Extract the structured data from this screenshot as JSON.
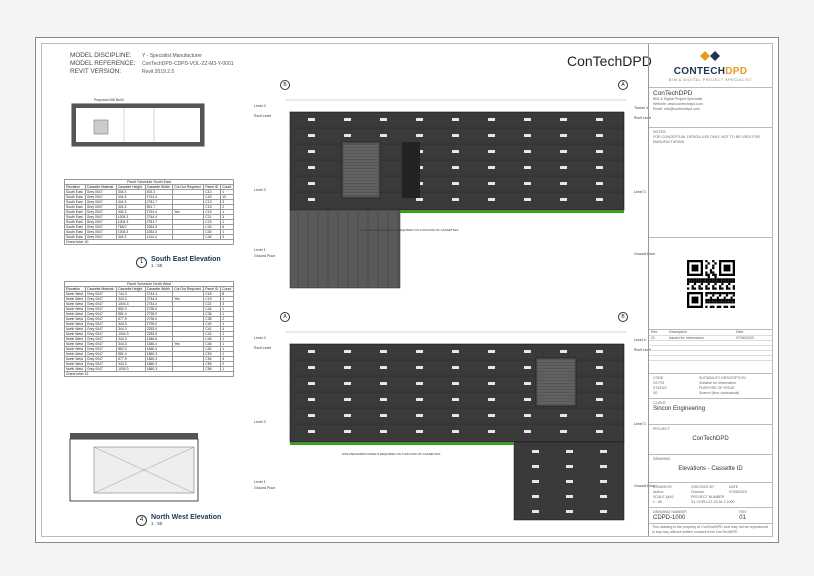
{
  "header": {
    "model_discipline_label": "MODEL DISCIPLINE:",
    "model_discipline": "Y - Specialist Manufacturer",
    "model_reference_label": "MODEL REFERENCE:",
    "model_reference": "ConTechDPD-CDPD-VOL-ZZ-M3-Y-0001",
    "revit_version_label": "REVIT VERSION:",
    "revit_version": "Revit 2019.2.5"
  },
  "brand_title": "ConTechDPD",
  "title_block": {
    "logo_a": "CONTECH",
    "logo_b": "DPD",
    "logo_sub": "BIM & DIGITAL PROJECT SPECIALIST",
    "company": "ConTechDPD",
    "company_sub": "BIM & Digital Project Specialist",
    "website": "Website: www.contechdpd.com",
    "email": "Email: info@contechdpd.com",
    "notes_label": "NOTES:",
    "notes": "FOR CONCEPTUAL DESIGN USE ONLY. NOT TO BE USED FOR MANUFACTURING",
    "revisions_headers": [
      "Rev",
      "Description",
      "Date"
    ],
    "revisions": [
      [
        "01",
        "Issued for Information",
        "07/06/2023"
      ]
    ],
    "code_label": "CODE",
    "code": "S3 P01",
    "suitability_label": "SUITABILITY DESCRIPTION",
    "suitability": "Suitable for Information",
    "status_label": "STATUS",
    "status": "S0",
    "purpose_label": "PURPOSE OF ISSUE",
    "purpose": "Shared (Non-contractual)",
    "client_label": "CLIENT",
    "client": "Sincon Engineering",
    "project_label": "PROJECT",
    "project": "ConTechDPD",
    "drawing_label": "DRAWING",
    "drawing_title": "Elevations - Cassette ID",
    "drawn_by_label": "DRAWN BY",
    "drawn_by": "Author",
    "checked_by_label": "CHECKED BY",
    "checked_by": "Checker",
    "date_label": "DATE",
    "date": "07/06/2023",
    "scale_label": "SCALE @A1",
    "scale": "1 : 50",
    "project_no_label": "PROJECT NUMBER",
    "project_no": "S1-CDPD-ZZ-ZZ-M-Y-1000",
    "drawing_no_label": "DRAWING NUMBER",
    "drawing_no": "CDPD-1000",
    "rev_label": "REV",
    "rev": "01",
    "footer": "This drawing is the property of ConTechDPD and may not be reproduced in any way without written consent from ConTechDPD"
  },
  "view_south_east": {
    "number": "1",
    "title": "South East Elevation",
    "scale": "1 : 65",
    "grid_left": "B",
    "grid_right": "A",
    "note": "SITE MEASURED PANELS REQUIRED ON THIS ROW OF CASSETTES",
    "levels_left": [
      "Level 4",
      "Roof Level",
      "Level 3",
      "Level 1",
      "Ground Floor"
    ],
    "levels_right": [
      "Tunnel 4",
      "Roof Level",
      "Level 3",
      "Ground Floor"
    ]
  },
  "view_north_west": {
    "number": "4",
    "title": "North West Elevation",
    "scale": "1 : 50",
    "grid_left": "A",
    "grid_right": "B",
    "note": "SITE MEASURED PANELS REQUIRED ON THIS ROW OF CASSETTES",
    "levels_left": [
      "Level 4",
      "Roof Level",
      "Level 3",
      "Level 1",
      "Ground Floor"
    ],
    "levels_right": [
      "Level 4",
      "Roof Level",
      "Level 3",
      "Ground Floor"
    ]
  },
  "schedule_south_east": {
    "title": "Panel Schedule South East",
    "headers": [
      "Elevation",
      "Cassette Material",
      "Cassette Height",
      "Cassette Width",
      "Cut Out Required",
      "Panel ID",
      "Count"
    ],
    "rows": [
      [
        "South East",
        "Grey 0047",
        "344.3",
        "402.3",
        "",
        "C10",
        "1"
      ],
      [
        "South East",
        "Grey 0047",
        "344.3",
        "2744.4",
        "",
        "C20",
        "10"
      ],
      [
        "South East",
        "Grey 0047",
        "344.3",
        "2781.7",
        "",
        "C13",
        "3"
      ],
      [
        "South East",
        "Grey 0047",
        "344.3",
        "551.7",
        "",
        "C15",
        "2"
      ],
      [
        "South East",
        "Grey 0047",
        "344.3",
        "2744.4",
        "Yes",
        "C19",
        "1"
      ],
      [
        "South East",
        "Grey 0047",
        "1004.3",
        "2744.4",
        "",
        "C21",
        "3"
      ],
      [
        "South East",
        "Grey 0047",
        "1004.3",
        "2781.7",
        "",
        "C23",
        "1"
      ],
      [
        "South East",
        "Grey 0047",
        "768.0",
        "2254.3",
        "",
        "C26",
        "6"
      ],
      [
        "South East",
        "Grey 0047",
        "1004.3",
        "2254.3",
        "",
        "C30",
        "1"
      ],
      [
        "South East",
        "Grey 0047",
        "344.3",
        "1144.4",
        "",
        "C34",
        "3"
      ]
    ],
    "total": "Grand total: 40"
  },
  "schedule_north_west": {
    "title": "Panel Schedule North West",
    "headers": [
      "Elevation",
      "Cassette Material",
      "Cassette Height",
      "Cassette Width",
      "Cut Out Required",
      "Panel ID",
      "Count"
    ],
    "rows": [
      [
        "North West",
        "Grey 0047",
        "744.3",
        "2744.4",
        "",
        "C18",
        "8"
      ],
      [
        "North West",
        "Grey 0047",
        "344.3",
        "2744.4",
        "Yes",
        "C19",
        "1"
      ],
      [
        "North West",
        "Grey 0047",
        "1004.3",
        "2744.4",
        "",
        "C21",
        "3"
      ],
      [
        "North West",
        "Grey 0047",
        "552.0",
        "2735.0",
        "",
        "C34",
        "1"
      ],
      [
        "North West",
        "Grey 0047",
        "551.4",
        "2735.0",
        "",
        "C35",
        "1"
      ],
      [
        "North West",
        "Grey 0047",
        "577.9",
        "2735.0",
        "",
        "C38",
        "2"
      ],
      [
        "North West",
        "Grey 0047",
        "344.3",
        "2735.0",
        "",
        "C40",
        "1"
      ],
      [
        "North West",
        "Grey 0047",
        "344.3",
        "2253.0",
        "",
        "C41",
        "4"
      ],
      [
        "North West",
        "Grey 0047",
        "1004.3",
        "2253.0",
        "",
        "C42",
        "1"
      ],
      [
        "North West",
        "Grey 0047",
        "344.3",
        "1546.6",
        "",
        "C45",
        "1"
      ],
      [
        "North West",
        "Grey 0047",
        "344.3",
        "1546.4",
        "Yes",
        "C46",
        "1"
      ],
      [
        "North West",
        "Grey 0047",
        "552.0",
        "1860.3",
        "",
        "C52",
        "1"
      ],
      [
        "North West",
        "Grey 0047",
        "551.4",
        "1860.3",
        "",
        "C53",
        "1"
      ],
      [
        "North West",
        "Grey 0047",
        "577.9",
        "1860.3",
        "",
        "C54",
        "3"
      ],
      [
        "North West",
        "Grey 0047",
        "344.3",
        "1860.3",
        "",
        "C55",
        "2"
      ],
      [
        "North West",
        "Grey 0047",
        "1004.3",
        "1860.3",
        "",
        "C56",
        "1"
      ]
    ],
    "total": "Grand total: 42"
  },
  "key_plan_top": {
    "label_a": "Proposed NW Build"
  },
  "colors": {
    "cladding": "#3a3a3a",
    "edge_green": "#3f9a2a",
    "brand_navy": "#1d3552",
    "brand_orange": "#e99a23"
  }
}
